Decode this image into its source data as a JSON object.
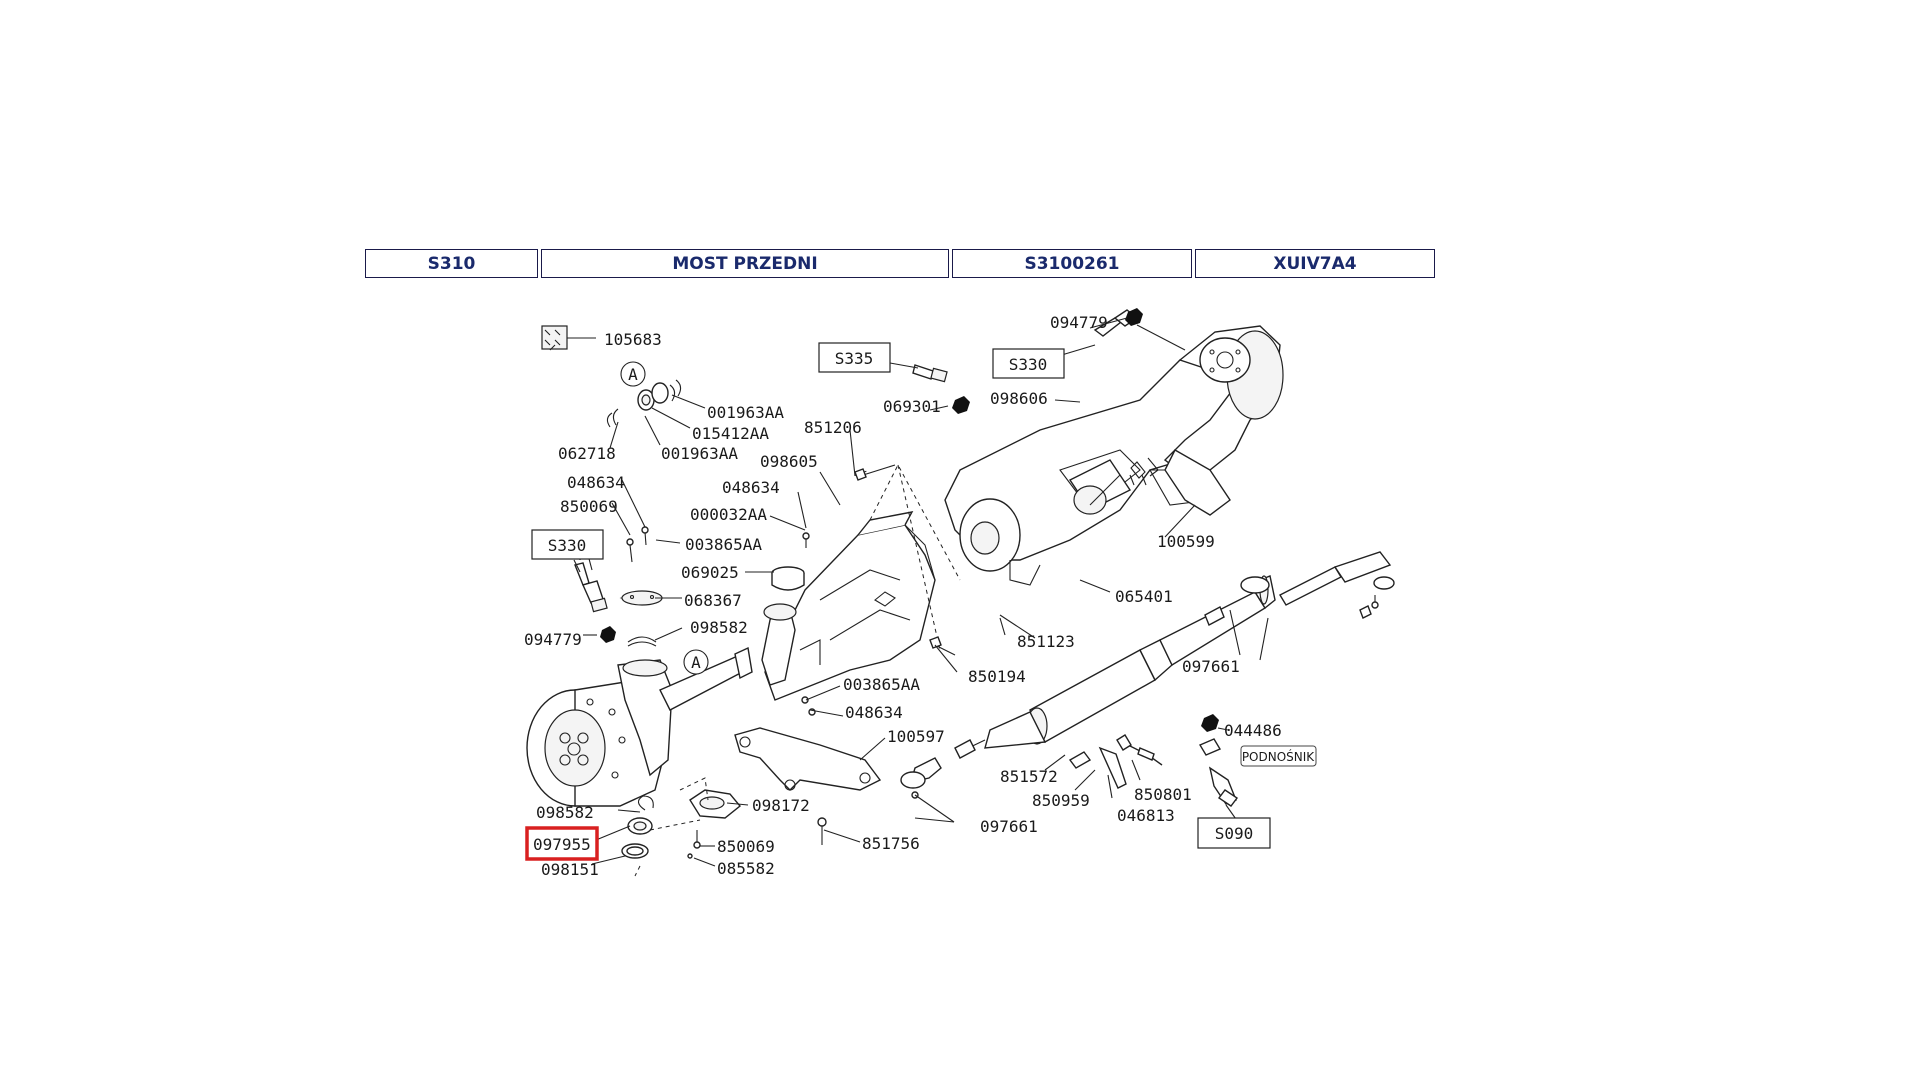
{
  "header": {
    "model": "S310",
    "section": "MOST PRZEDNI",
    "code": "S3100261",
    "variant": "XUIV7A4"
  },
  "highlight_color": "#d92020",
  "highlighted_part": "097955",
  "refs": {
    "a1": "A",
    "a2": "A",
    "s335": "S335",
    "s330_top": "S330",
    "s330_left": "S330",
    "s090": "S090",
    "podnosnik": "PODNOŚNIK"
  },
  "parts": {
    "p105683": "105683",
    "p001963AA_1": "001963AA",
    "p015412AA": "015412AA",
    "p062718": "062718",
    "p001963AA_2": "001963AA",
    "p048634_1": "048634",
    "p850069_1": "850069",
    "p003865AA_1": "003865AA",
    "p094779_1": "094779",
    "p068367": "068367",
    "p098582_1": "098582",
    "p098582_2": "098582",
    "p097955": "097955",
    "p098151": "098151",
    "p850069_2": "850069",
    "p085582": "085582",
    "p098172": "098172",
    "p851756": "851756",
    "p100597": "100597",
    "p048634_2": "048634",
    "p003865AA_2": "003865AA",
    "p069025": "069025",
    "p000032AA": "000032AA",
    "p048634_3": "048634",
    "p098605": "098605",
    "p851206": "851206",
    "p069301": "069301",
    "p098606": "098606",
    "p094779_2": "094779",
    "p100599": "100599",
    "p065401": "065401",
    "p851123": "851123",
    "p850194": "850194",
    "p097661_1": "097661",
    "p044486": "044486",
    "p851572": "851572",
    "p850959": "850959",
    "p046813": "046813",
    "p850801": "850801",
    "p097661_2": "097661"
  }
}
